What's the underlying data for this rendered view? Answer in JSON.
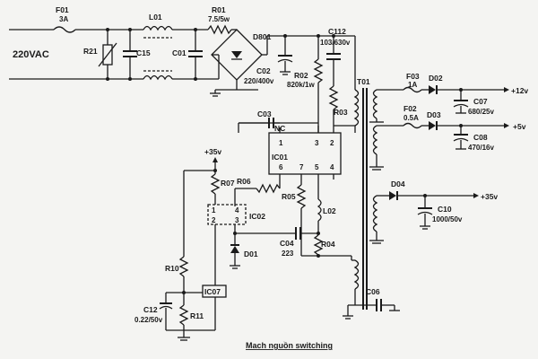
{
  "components": {
    "F01": {
      "name": "F01",
      "value": "3A"
    },
    "L01": {
      "name": "L01"
    },
    "R01": {
      "name": "R01",
      "value": "7.5/5w"
    },
    "R21": {
      "name": "R21"
    },
    "C15": {
      "name": "C15"
    },
    "C01": {
      "name": "C01"
    },
    "D801": {
      "name": "D801"
    },
    "C02": {
      "name": "C02",
      "value": "220/400v"
    },
    "R02": {
      "name": "R02",
      "value": "820k/1w"
    },
    "C112": {
      "name": "C112",
      "value": "103/630v"
    },
    "R03": {
      "name": "R03"
    },
    "T01": {
      "name": "T01"
    },
    "C03": {
      "name": "C03"
    },
    "IC01": {
      "name": "IC01",
      "nc": "NC",
      "pins": [
        "1",
        "3",
        "2",
        "6",
        "7",
        "5",
        "4"
      ]
    },
    "R07": {
      "name": "R07"
    },
    "R06": {
      "name": "R06"
    },
    "R05": {
      "name": "R05"
    },
    "L02": {
      "name": "L02"
    },
    "IC02": {
      "name": "IC02",
      "pins": [
        "1",
        "4",
        "2",
        "3"
      ]
    },
    "D01": {
      "name": "D01"
    },
    "C04": {
      "name": "C04",
      "value": "223"
    },
    "R04": {
      "name": "R04"
    },
    "R10": {
      "name": "R10"
    },
    "IC07": {
      "name": "IC07"
    },
    "C12": {
      "name": "C12",
      "value": "0.22/50v"
    },
    "R11": {
      "name": "R11"
    },
    "C06": {
      "name": "C06"
    },
    "F03": {
      "name": "F03",
      "value": "1A"
    },
    "D02": {
      "name": "D02"
    },
    "C07": {
      "name": "C07",
      "value": "680/25v"
    },
    "F02": {
      "name": "F02",
      "value": "0.5A"
    },
    "D03": {
      "name": "D03"
    },
    "C08": {
      "name": "C08",
      "value": "470/16v"
    },
    "D04": {
      "name": "D04"
    },
    "C10": {
      "name": "C10",
      "value": "1000/50v"
    }
  },
  "input_label": "220VAC",
  "rails": {
    "p12": "+12v",
    "p5": "+5v",
    "p35": "+35v",
    "p35_in": "+35v"
  },
  "caption": "Mach nguồn switching"
}
